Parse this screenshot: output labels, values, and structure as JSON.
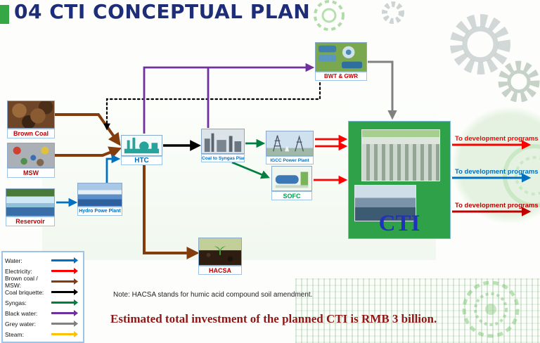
{
  "title": {
    "text": "04 CTI CONCEPTUAL PLAN"
  },
  "colors": {
    "title_blue": "#1e2d78",
    "footer_maroon": "#8e1616",
    "cti_box_green": "#2fa148"
  },
  "nodes": {
    "brown_coal": {
      "label": "Brown Coal",
      "label_color": "#c00000"
    },
    "msw": {
      "label": "MSW",
      "label_color": "#c00000"
    },
    "reservoir": {
      "label": "Reservoir",
      "label_color": "#c00000"
    },
    "hydro_power": {
      "label": "Hydro Powe Plant",
      "label_color": "#0070c0"
    },
    "htc": {
      "label": "HTC",
      "label_color": "#0070c0"
    },
    "coal_to_syngas": {
      "label": "Coal to Syngas Plant",
      "label_color": "#0070c0"
    },
    "igcc": {
      "label": "IGCC Power Plant",
      "label_color": "#0070c0"
    },
    "sofc": {
      "label": "SOFC",
      "label_color": "#00a050"
    },
    "bwt_gwr": {
      "label": "BWT & GWR",
      "label_color": "#c00000"
    },
    "hacsa": {
      "label": "HACSA",
      "label_color": "#c00000"
    },
    "cti": {
      "label": "CTI",
      "label_color": "#2230c0"
    }
  },
  "dev_programs": [
    {
      "label": "To development programs",
      "color": "#ff0000"
    },
    {
      "label": "To development programs",
      "color": "#0070c0"
    },
    {
      "label": "To development programs",
      "color": "#c00000"
    }
  ],
  "legend": {
    "items": [
      {
        "label": "Water:",
        "color": "#0070c0"
      },
      {
        "label": "Electricity:",
        "color": "#ff0000"
      },
      {
        "label": "Brown coal / MSW:",
        "color": "#843c0c"
      },
      {
        "label": "Coal briquette:",
        "color": "#000000"
      },
      {
        "label": "Syngas:",
        "color": "#008040"
      },
      {
        "label": "Black water:",
        "color": "#7030a0"
      },
      {
        "label": "Grey water:",
        "color": "#808080"
      },
      {
        "label": "Steam:",
        "color": "#ffc000"
      }
    ]
  },
  "note": {
    "text": "Note: HACSA stands for humic acid compound soil amendment."
  },
  "footer": {
    "text": "Estimated total investment of the planned CTI  is RMB 3 billion."
  }
}
